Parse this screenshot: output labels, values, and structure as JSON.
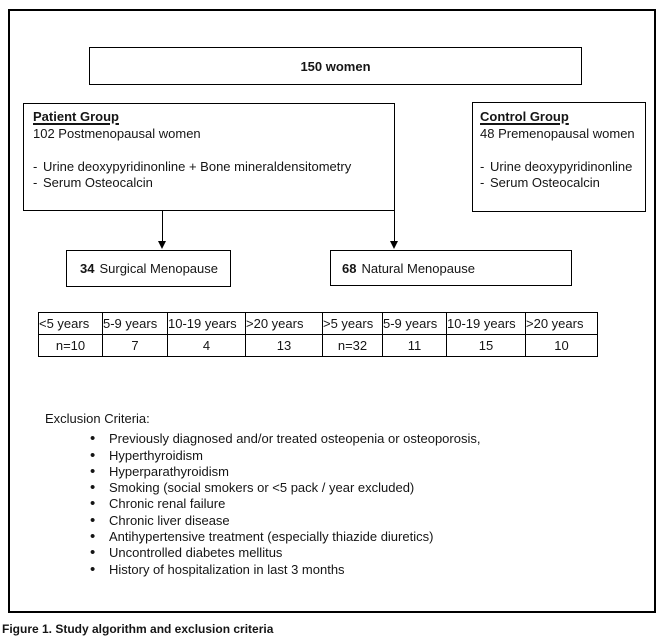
{
  "root_box": {
    "label": "150 women"
  },
  "patient_group": {
    "title": "Patient Group",
    "subtitle": "102 Postmenopausal women",
    "dash": "-",
    "items": [
      "Urine deoxypyridinonline + Bone mineraldensitometry",
      "Serum Osteocalcin"
    ]
  },
  "control_group": {
    "title": "Control Group",
    "subtitle": "48 Premenopausal women",
    "dash": "-",
    "items": [
      "Urine deoxypyridinonline",
      "Serum Osteocalcin"
    ]
  },
  "outcomes": {
    "surgical": {
      "count": "34",
      "label": "Surgical Menopause"
    },
    "natural": {
      "count": "68",
      "label": "Natural Menopause"
    }
  },
  "duration_table": {
    "headers": [
      "<5 years",
      "5-9 years",
      "10-19 years",
      ">20 years",
      ">5 years",
      "5-9 years",
      "10-19 years",
      ">20 years"
    ],
    "values": [
      "n=10",
      "7",
      "4",
      "13",
      "n=32",
      "11",
      "15",
      "10"
    ]
  },
  "exclusion": {
    "heading": "Exclusion Criteria:",
    "bullet": "•",
    "items": [
      "Previously diagnosed and/or treated osteopenia or osteoporosis,",
      "Hyperthyroidism",
      "Hyperparathyroidism",
      "Smoking (social smokers or <5 pack / year excluded)",
      "Chronic renal failure",
      "Chronic liver disease",
      "Antihypertensive treatment (especially thiazide diuretics)",
      "Uncontrolled diabetes mellitus",
      "History of hospitalization in last 3 months"
    ]
  },
  "caption": "Figure 1. Study algorithm and exclusion criteria"
}
